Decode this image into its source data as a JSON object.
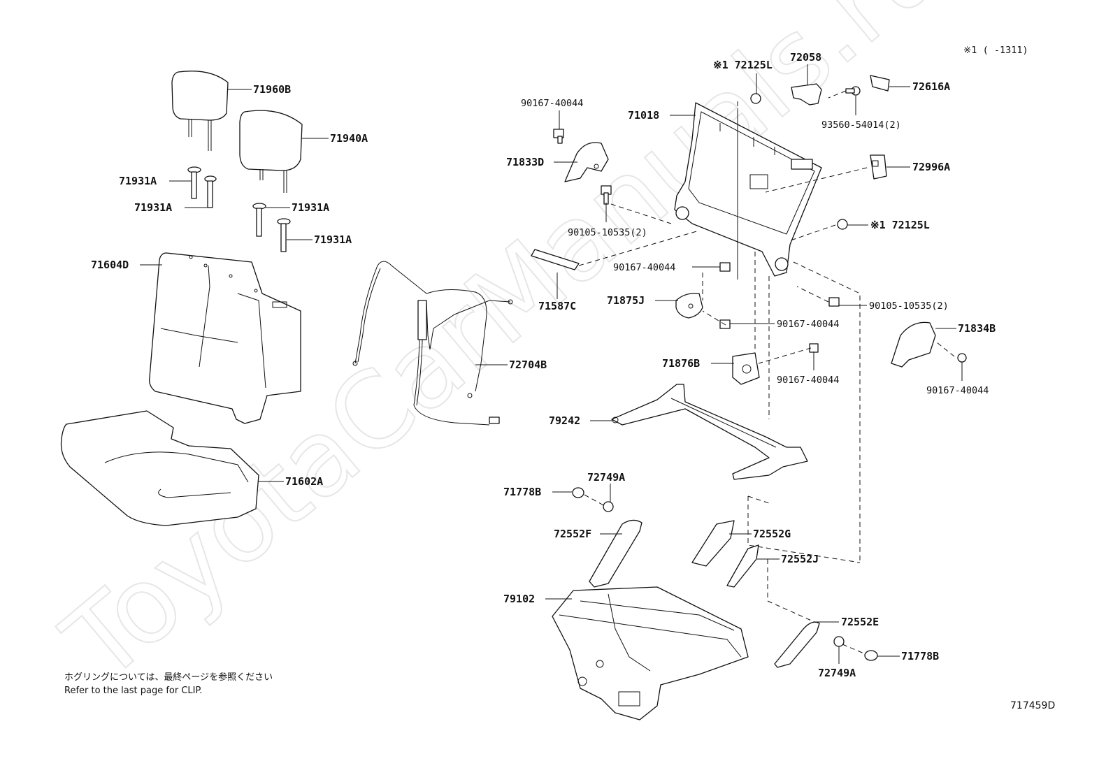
{
  "header_note": "※1 (      -1311)",
  "diagram_code": "717459D",
  "notes": {
    "jp": "ホグリングについては、最終ページを参照ください",
    "en": "Refer to the last page for CLIP."
  },
  "watermark": "ToyotaCarManuals.ru",
  "labels": {
    "p71960B": "71960B",
    "p71940A": "71940A",
    "p71931A_1": "71931A",
    "p71931A_2": "71931A",
    "p71931A_3": "71931A",
    "p71931A_4": "71931A",
    "p71604D": "71604D",
    "p71602A": "71602A",
    "p72704B": "72704B",
    "p72125L_top": "※1 72125L",
    "p72058": "72058",
    "p72616A": "72616A",
    "p93560": "93560-54014(2)",
    "p90167_a": "90167-40044",
    "p71018": "71018",
    "p71833D": "71833D",
    "p72996A": "72996A",
    "p90105_a": "90105-10535(2)",
    "p72125L_mid": "※1 72125L",
    "p90167_b": "90167-40044",
    "p71587C": "71587C",
    "p71875J": "71875J",
    "p90105_b": "90105-10535(2)",
    "p90167_c": "90167-40044",
    "p71834B": "71834B",
    "p71876B": "71876B",
    "p90167_d": "90167-40044",
    "p90167_e": "90167-40044",
    "p79242": "79242",
    "p72749A_top": "72749A",
    "p71778B_left": "71778B",
    "p72552F": "72552F",
    "p72552G": "72552G",
    "p72552J": "72552J",
    "p79102": "79102",
    "p72552E": "72552E",
    "p71778B_right": "71778B",
    "p72749A_bot": "72749A"
  }
}
